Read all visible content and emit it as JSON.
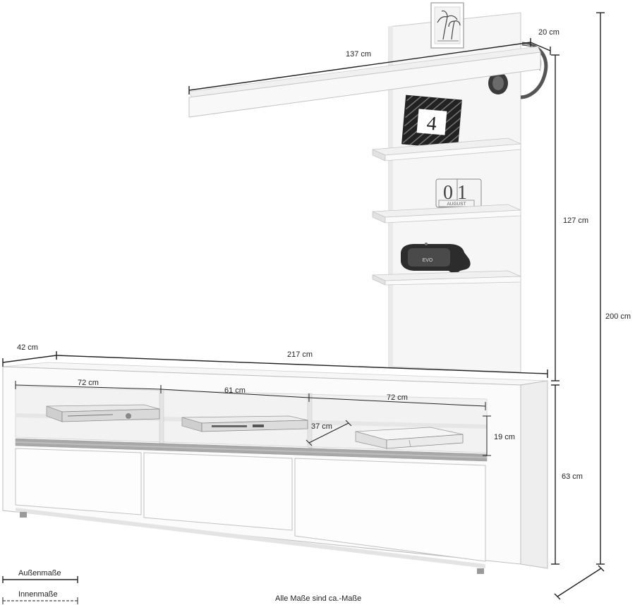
{
  "dimensions": {
    "shelf_width": "137 cm",
    "shelf_depth": "20 cm",
    "panel_height": "127 cm",
    "total_height": "200 cm",
    "base_depth": "42 cm",
    "base_width": "217 cm",
    "compartment_left": "72 cm",
    "compartment_middle": "61 cm",
    "compartment_right": "72 cm",
    "inner_depth": "37 cm",
    "inner_height": "19 cm",
    "base_height": "63 cm"
  },
  "decor": {
    "calendar_day": "01",
    "calendar_month": "AUGUST",
    "frame_number": "4",
    "vr_brand": "EVO"
  },
  "legend": {
    "outer_label": "Außenmaße",
    "inner_label": "Innenmaße",
    "outer_line_style": "solid",
    "inner_line_style": "dashed"
  },
  "footnote": "Alle Maße sind ca.-Maße"
}
